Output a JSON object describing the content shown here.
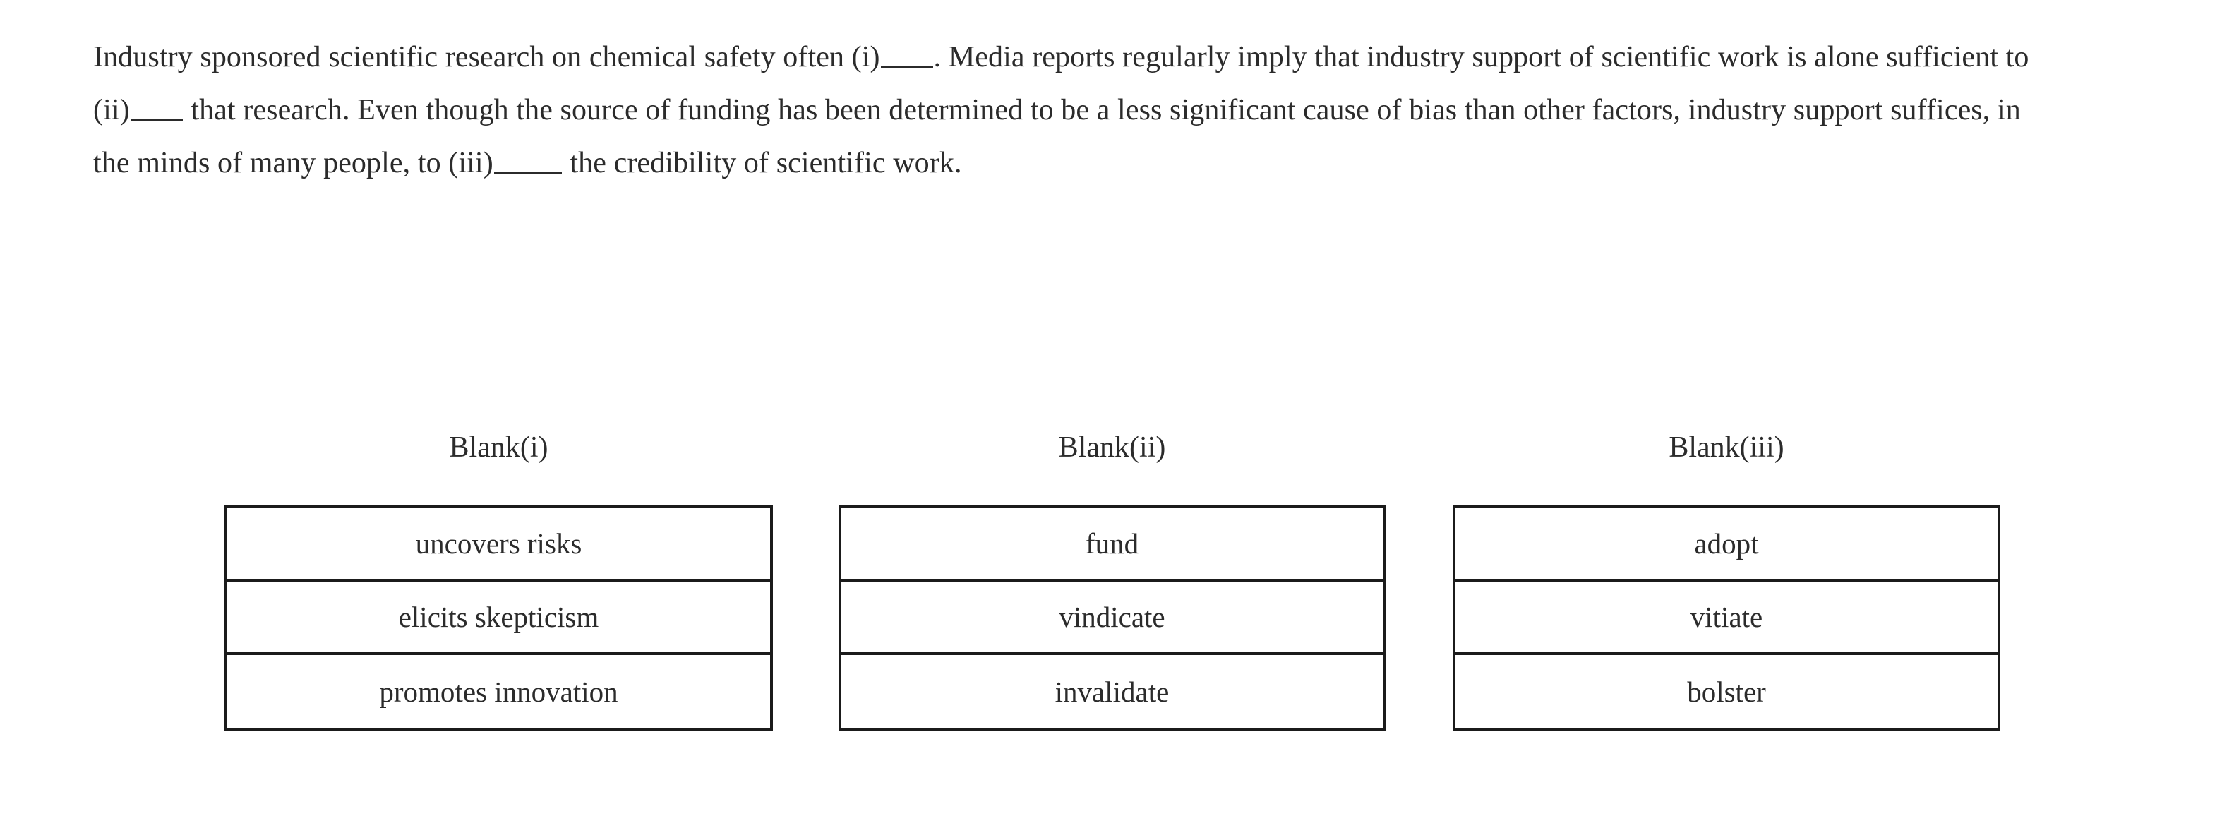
{
  "passage": {
    "segment_1": "Industry sponsored scientific research on chemical safety often (i)",
    "segment_2": ". Media reports regularly imply that industry support of scientific work is alone sufficient to (ii)",
    "segment_3": " that research. Even though the source of funding has been determined to be a less significant cause of bias than other factors, industry support suffices, in the minds of many people, to (iii)",
    "segment_4": " the credibility of scientific work.",
    "full_text": "Industry sponsored scientific research on chemical safety often (i)_____. Media reports regularly imply that industry support of scientific work is alone sufficient to (ii)_____ that research. Even though the source of funding has been determined to be a less significant cause of bias than other factors, industry support suffices, in the minds of many people, to (iii)_____ the credibility of scientific work."
  },
  "answer_columns": [
    {
      "header": "Blank(i)",
      "options": [
        "uncovers risks",
        "elicits skepticism",
        "promotes innovation"
      ]
    },
    {
      "header": "Blank(ii)",
      "options": [
        "fund",
        "vindicate",
        "invalidate"
      ]
    },
    {
      "header": "Blank(iii)",
      "options": [
        "adopt",
        "vitiate",
        "bolster"
      ]
    }
  ],
  "colors": {
    "text": "#2b2b2b",
    "border": "#1b1b1b",
    "background": "#ffffff"
  }
}
